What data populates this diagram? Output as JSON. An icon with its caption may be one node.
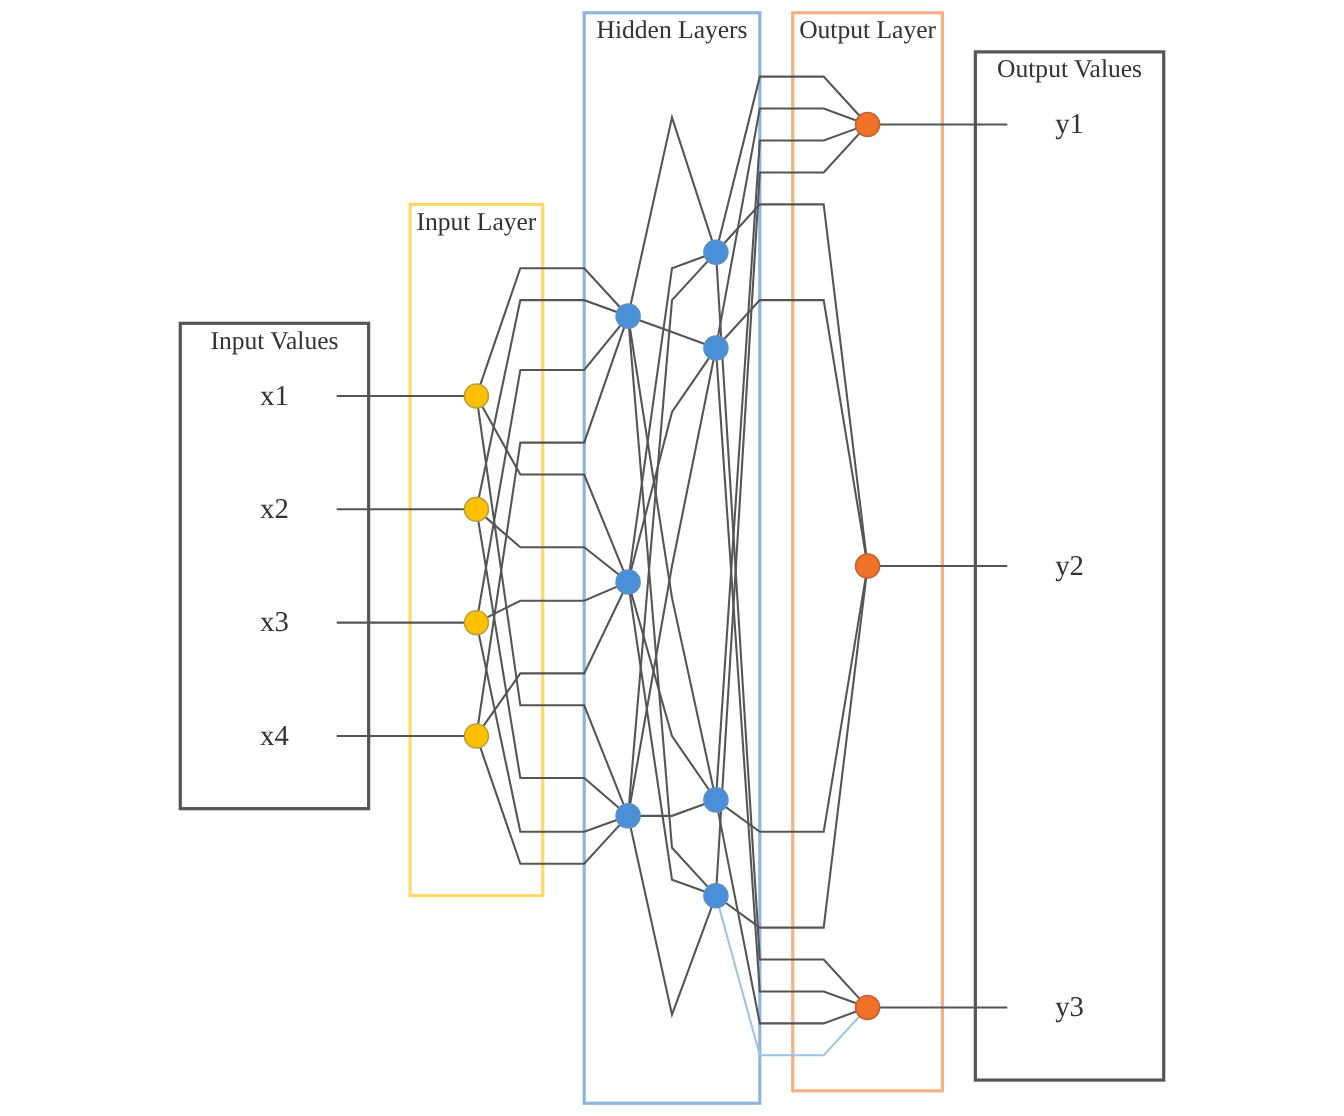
{
  "diagram": {
    "nodes": [
      {
        "text": [
          "Input Values"
        ]
      },
      {
        "text": [
          "x1"
        ],
        "in": 0
      },
      {
        "text": [
          "x2"
        ],
        "in": 0
      },
      {
        "text": [
          "x3"
        ],
        "in": 0
      },
      {
        "text": [
          "x4"
        ],
        "in": 0
      },
      {
        "text": [
          "Input Layer"
        ]
      },
      {
        "text": [],
        "shape": "circle",
        "in": 5
      },
      {
        "text": [],
        "shape": "circle",
        "in": 5
      },
      {
        "text": [],
        "shape": "circle",
        "in": 5
      },
      {
        "text": [],
        "shape": "circle",
        "in": 5
      },
      {
        "text": [
          "Hidden Layers"
        ]
      },
      {
        "text": [],
        "shape": "circle",
        "in": 10
      },
      {
        "text": [],
        "shape": "circle",
        "in": 10
      },
      {
        "text": [],
        "shape": "circle",
        "in": 10
      },
      {
        "text": [],
        "shape": "circle",
        "in": 10
      },
      {
        "text": [],
        "shape": "circle",
        "in": 10
      },
      {
        "text": [],
        "shape": "circle",
        "in": 10
      },
      {
        "text": [],
        "shape": "circle",
        "in": 10
      },
      {
        "text": [
          "Output Layer"
        ]
      },
      {
        "text": [],
        "shape": "circle",
        "in": 18
      },
      {
        "text": [],
        "shape": "circle",
        "in": 18
      },
      {
        "text": [],
        "shape": "circle",
        "in": 18
      },
      {
        "text": [
          "Output Values"
        ]
      },
      {
        "text": [
          "y1"
        ],
        "in": 22
      },
      {
        "text": [
          "y2"
        ],
        "in": 22
      },
      {
        "text": [
          "y3"
        ],
        "in": 22
      }
    ],
    "edges": [
      {
        "from": 1,
        "to": 6,
        "arrow": "none"
      },
      {
        "from": 2,
        "to": 7,
        "arrow": "none"
      },
      {
        "from": 3,
        "to": 8,
        "arrow": "none"
      },
      {
        "from": 4,
        "to": 9,
        "arrow": "none"
      },
      {
        "from": 6,
        "to": 11,
        "arrow": "none"
      },
      {
        "from": 6,
        "to": 12,
        "arrow": "none"
      },
      {
        "from": 6,
        "to": 13,
        "arrow": "none"
      },
      {
        "from": 7,
        "to": 11,
        "arrow": "none"
      },
      {
        "from": 7,
        "to": 12,
        "arrow": "none"
      },
      {
        "from": 7,
        "to": 13,
        "arrow": "none"
      },
      {
        "from": 8,
        "to": 11,
        "arrow": "none"
      },
      {
        "from": 8,
        "to": 12,
        "arrow": "none"
      },
      {
        "from": 8,
        "to": 13,
        "arrow": "none"
      },
      {
        "from": 9,
        "to": 11,
        "arrow": "none"
      },
      {
        "from": 9,
        "to": 12,
        "arrow": "none"
      },
      {
        "from": 9,
        "to": 13,
        "arrow": "none"
      },
      {
        "from": 11,
        "to": 14,
        "arrow": "none"
      },
      {
        "from": 11,
        "to": 15,
        "arrow": "none"
      },
      {
        "from": 11,
        "to": 16,
        "arrow": "none"
      },
      {
        "from": 11,
        "to": 17,
        "arrow": "none"
      },
      {
        "from": 12,
        "to": 14,
        "arrow": "none"
      },
      {
        "from": 12,
        "to": 15,
        "arrow": "none"
      },
      {
        "from": 12,
        "to": 16,
        "arrow": "none"
      },
      {
        "from": 12,
        "to": 17,
        "arrow": "none"
      },
      {
        "from": 13,
        "to": 14,
        "arrow": "none"
      },
      {
        "from": 13,
        "to": 15,
        "arrow": "none"
      },
      {
        "from": 13,
        "to": 16,
        "arrow": "none"
      },
      {
        "from": 13,
        "to": 17,
        "arrow": "none"
      },
      {
        "from": 14,
        "to": 19,
        "arrow": "none"
      },
      {
        "from": 14,
        "to": 20,
        "arrow": "none"
      },
      {
        "from": 14,
        "to": 21,
        "arrow": "none"
      },
      {
        "from": 15,
        "to": 19,
        "arrow": "none"
      },
      {
        "from": 15,
        "to": 20,
        "arrow": "none"
      },
      {
        "from": 15,
        "to": 21,
        "arrow": "none"
      },
      {
        "from": 16,
        "to": 19,
        "arrow": "none"
      },
      {
        "from": 16,
        "to": 20,
        "arrow": "none"
      },
      {
        "from": 16,
        "to": 21,
        "arrow": "none"
      },
      {
        "from": 17,
        "to": 19,
        "arrow": "none"
      },
      {
        "from": 17,
        "to": 20,
        "arrow": "none"
      },
      {
        "from": 17,
        "to": 21,
        "arrow": "none",
        "color": "#9dc3e6"
      },
      {
        "from": 19,
        "to": 23,
        "arrow": "none"
      },
      {
        "from": 20,
        "to": 24,
        "arrow": "none"
      },
      {
        "from": 21,
        "to": 25,
        "arrow": "none"
      }
    ]
  }
}
